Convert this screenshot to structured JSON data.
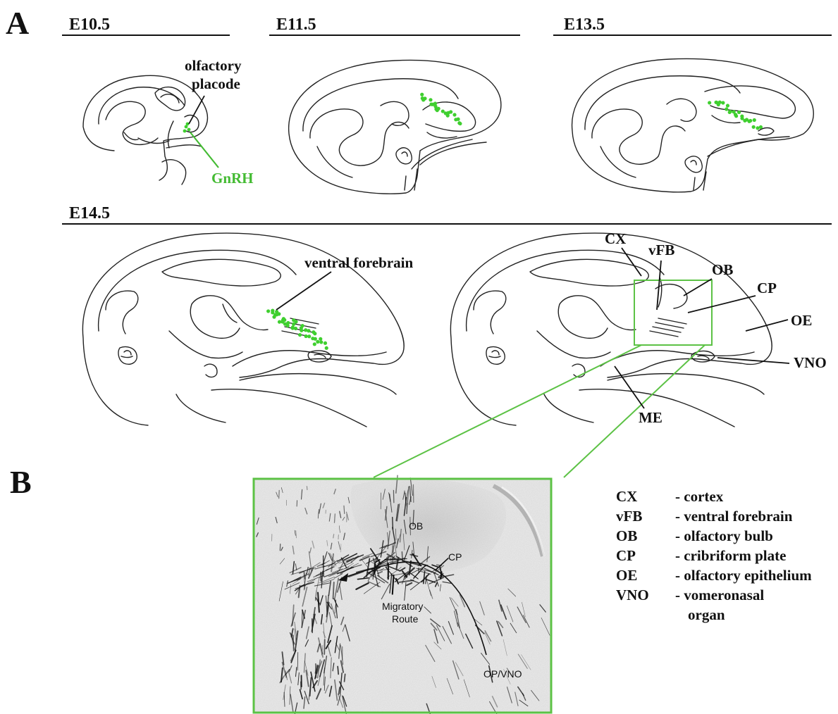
{
  "panels": {
    "a": "A",
    "b": "B"
  },
  "stages": [
    "E10.5",
    "E11.5",
    "E13.5",
    "E14.5"
  ],
  "labels": {
    "olfactory_placode_line1": "olfactory",
    "olfactory_placode_line2": "placode",
    "gnrh": "GnRH",
    "ventral_forebrain": "ventral forebrain",
    "cx": "CX",
    "vfb": "vFB",
    "ob": "OB",
    "cp": "CP",
    "oe": "OE",
    "vno": "VNO",
    "me": "ME"
  },
  "photo_labels": {
    "ob": "OB",
    "cp": "CP",
    "migratory_line1": "Migratory",
    "migratory_line2": "Route",
    "op_vno": "OP/VNO"
  },
  "legend": [
    {
      "abbr": "CX",
      "desc": "- cortex"
    },
    {
      "abbr": "vFB",
      "desc": "- ventral forebrain"
    },
    {
      "abbr": "OB",
      "desc": "- olfactory bulb"
    },
    {
      "abbr": "CP",
      "desc": "- cribriform plate"
    },
    {
      "abbr": "OE",
      "desc": "- olfactory epithelium"
    },
    {
      "abbr": "VNO",
      "desc": "- vomeronasal"
    },
    {
      "abbr": "",
      "desc": "organ"
    }
  ],
  "colors": {
    "gnrh_green": "#3fcf2f",
    "zoom_green": "#5cc245",
    "outline": "#222222"
  }
}
